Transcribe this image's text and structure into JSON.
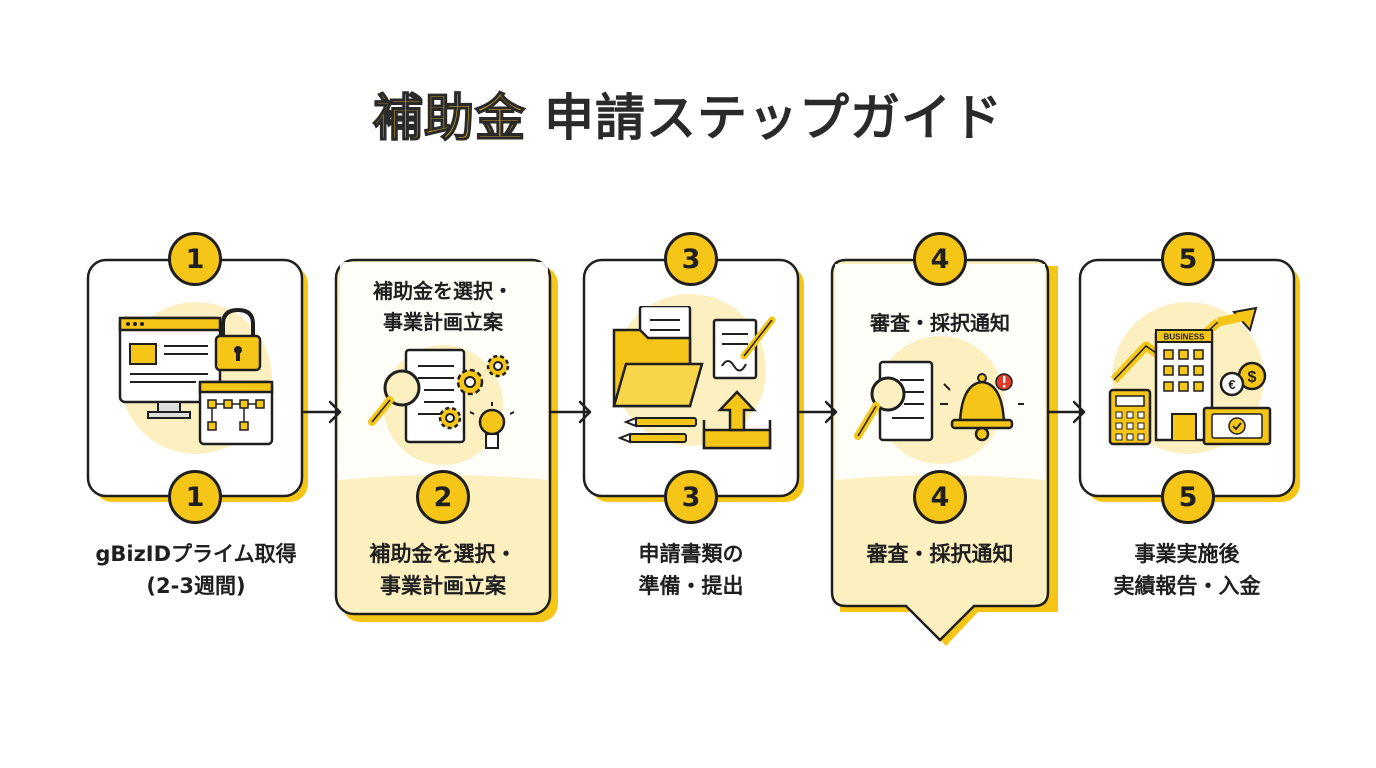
{
  "title": {
    "highlight": "補助金",
    "rest": "申請ステップガイド"
  },
  "steps": [
    {
      "number": "1",
      "label_line1": "gBizIDプライム取得",
      "label_line2": "(2-3週間)"
    },
    {
      "number": "2",
      "top_line1": "補助金を選択・",
      "top_line2": "事業計画立案",
      "label_line1": "補助金を選択・",
      "label_line2": "事業計画立案"
    },
    {
      "number": "3",
      "label_line1": "申請書類の",
      "label_line2": "準備・提出"
    },
    {
      "number": "4",
      "top_line1": "審査・採択通知",
      "label_line1": "審査・採択通知"
    },
    {
      "number": "5",
      "label_line1": "事業実施後",
      "label_line2": "実績報告・入金",
      "icon_text": "BUSINESS"
    }
  ],
  "colors": {
    "accent": "#f5c518",
    "soft": "#fdf0c0",
    "outline": "#1f1f1f"
  },
  "icons": [
    "browser-lock-icon",
    "flowchart-icon",
    "magnifier-document-icon",
    "gears-icon",
    "lightbulb-icon",
    "folder-icon",
    "signed-document-icon",
    "pencils-icon",
    "upload-tray-icon",
    "magnifier-document-icon",
    "bell-alert-icon",
    "building-growth-icon",
    "calculator-icon",
    "coins-icon",
    "banknote-icon"
  ]
}
